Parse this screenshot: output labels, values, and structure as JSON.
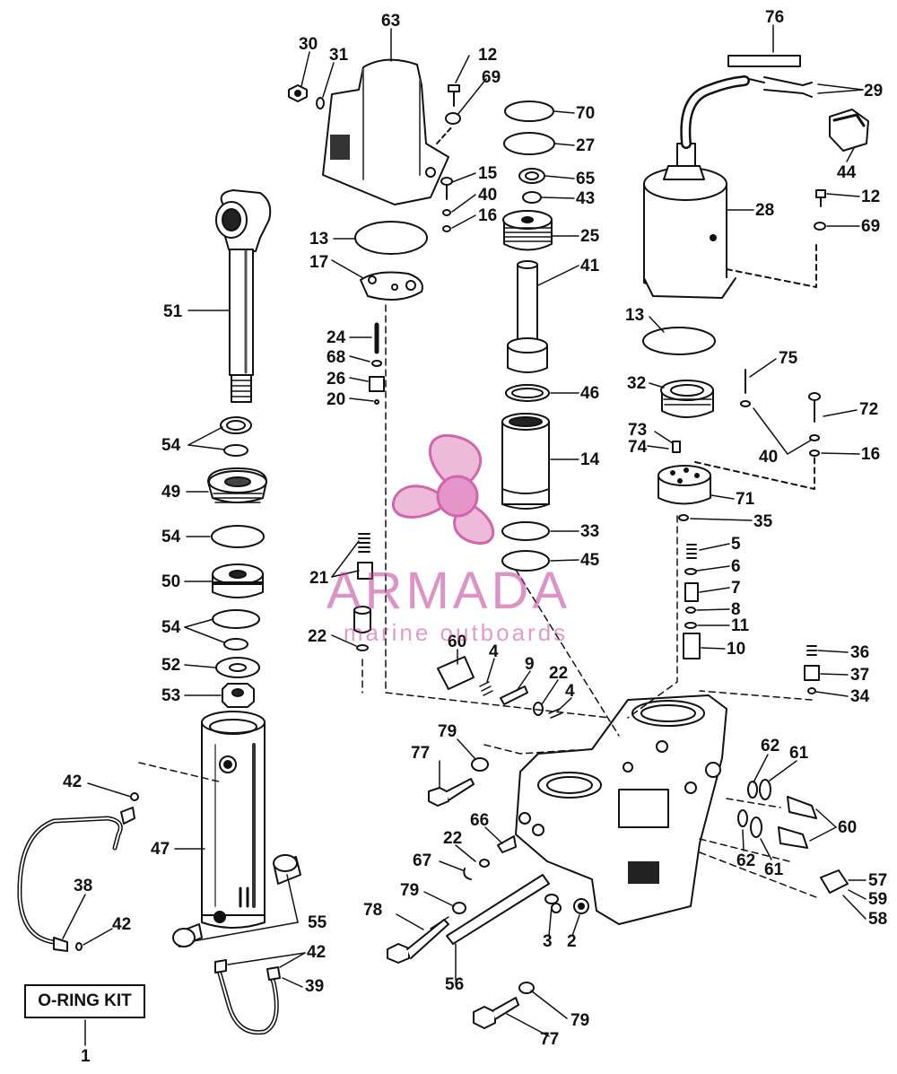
{
  "kit_label": "O-RING KIT",
  "watermark": {
    "brand": "ARMADA",
    "tagline": "marine outboards",
    "brand_color": "#c8409a"
  },
  "labels": [
    "30",
    "31",
    "63",
    "12",
    "69",
    "70",
    "27",
    "76",
    "29",
    "44",
    "15",
    "40",
    "16",
    "65",
    "43",
    "28",
    "12",
    "69",
    "13",
    "25",
    "17",
    "41",
    "51",
    "13",
    "24",
    "68",
    "26",
    "20",
    "46",
    "32",
    "75",
    "72",
    "73",
    "74",
    "40",
    "16",
    "14",
    "71",
    "54",
    "49",
    "35",
    "33",
    "54",
    "45",
    "5",
    "6",
    "21",
    "50",
    "7",
    "8",
    "54",
    "22",
    "60",
    "4",
    "9",
    "22",
    "4",
    "11",
    "10",
    "36",
    "37",
    "34",
    "52",
    "53",
    "79",
    "77",
    "62",
    "61",
    "42",
    "66",
    "60",
    "47",
    "22",
    "67",
    "62",
    "61",
    "57",
    "59",
    "58",
    "38",
    "42",
    "79",
    "78",
    "3",
    "2",
    "55",
    "42",
    "39",
    "56",
    "79",
    "77",
    "1"
  ]
}
